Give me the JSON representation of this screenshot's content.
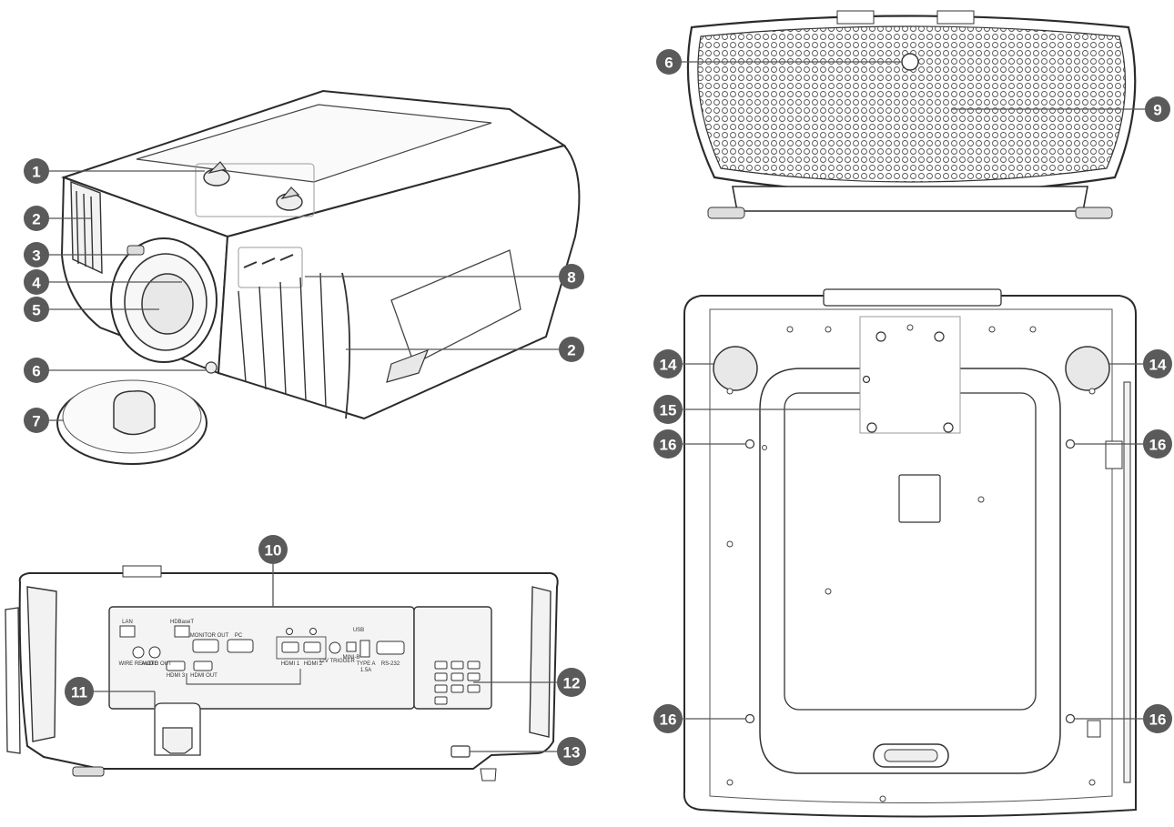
{
  "colors": {
    "body_fill": "#ffffff",
    "outline": "#2b2b2b",
    "callout_fill": "#5a5a5a",
    "panel_fill": "#f4f4f4"
  },
  "callouts": {
    "c1": "1",
    "c2a": "2",
    "c2b": "2",
    "c3": "3",
    "c4": "4",
    "c5": "5",
    "c6a": "6",
    "c6b": "6",
    "c7": "7",
    "c8": "8",
    "c9": "9",
    "c10": "10",
    "c11": "11",
    "c12": "12",
    "c13": "13",
    "c14a": "14",
    "c14b": "14",
    "c15": "15",
    "c16a": "16",
    "c16b": "16",
    "c16c": "16",
    "c16d": "16"
  },
  "port_labels": {
    "lan": "LAN",
    "wired_remote": "WIRE REMOTE",
    "audio_out": "AUDIO OUT",
    "hdbaset": "HDBaseT",
    "monitor_out": "MONITOR OUT",
    "pc": "PC",
    "hdmi3": "HDMI 3",
    "hdmi_out": "HDMI OUT",
    "hdmi1": "HDMI 1",
    "hdmi2": "HDMI 2",
    "trigger": "12V TRIGGER",
    "usb": "USB",
    "usb_mini": "MINI-B",
    "usb_typea": "TYPE A",
    "usb_current": "1.5A",
    "rs232": "RS-232"
  }
}
